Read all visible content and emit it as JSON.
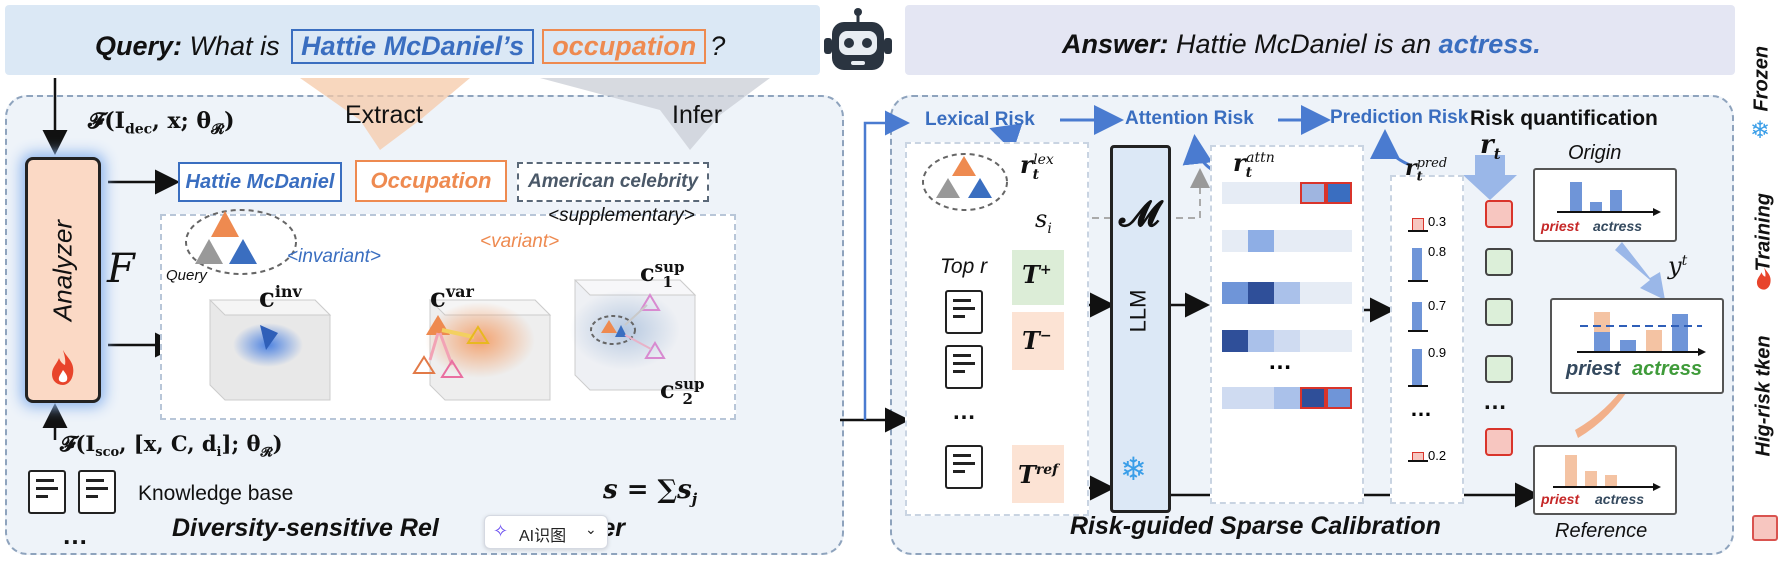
{
  "colors": {
    "blue": "#3a6ec0",
    "orange": "#ee8a50",
    "banner_query": "#dbe8f5",
    "banner_answer": "#e4e6f3",
    "panel_bg": "#eef3f9",
    "risk_red": "#f7c6c0",
    "risk_green": "#dcefd9"
  },
  "query": {
    "prefix": "Query:",
    "text_before": "What is",
    "entity": "Hattie McDaniel’s",
    "attribute": "occupation",
    "text_after": "?"
  },
  "answer": {
    "prefix": "Answer:",
    "text": "Hattie McDaniel is an",
    "highlight": "actress."
  },
  "left": {
    "formula_dec": "𝓕(I",
    "formula_dec_sub": "dec",
    "formula_dec_rest": ", x; θ",
    "formula_dec_r": "𝓡",
    "formula_dec_close": ")",
    "extract": "Extract",
    "infer": "Infer",
    "analyzer": "Analyzer",
    "F": "F",
    "box_entity": "Hattie McDaniel",
    "box_occupation": "Occupation",
    "box_celebrity": "American celebrity",
    "query_label": "Query",
    "invariant": "<invariant>",
    "variant": "<variant>",
    "supplementary": "<supplementary>",
    "c_inv": "c",
    "c_inv_sup": "inv",
    "c_var": "c",
    "c_var_sup": "var",
    "c1": "c",
    "c1_sub": "1",
    "c1_sup": "sup",
    "c2": "c",
    "c2_sub": "2",
    "c2_sup": "sup",
    "formula_sco": "𝓕(I",
    "formula_sco_sub": "sco",
    "formula_sco_rest": ", [x, C, d",
    "formula_sco_i": "i",
    "formula_sco_end": "]; θ",
    "formula_sco_r": "𝓡",
    "formula_sco_close": ")",
    "kb": "Knowledge base",
    "dots": "…",
    "sum": "s = ∑s",
    "sum_sub": "j",
    "title": "Diversity-sensitive Rel",
    "title_tail": "nalyzer",
    "ai_btn": "AI识图"
  },
  "right": {
    "lexical": "Lexical Risk",
    "attention": "Attention Risk",
    "prediction": "Prediction Risk",
    "quant": "Risk quantification",
    "r_lex": "r",
    "r_lex_t": "t",
    "r_lex_sup": "lex",
    "r_attn": "r",
    "r_attn_t": "t",
    "r_attn_sup": "attn",
    "r_pred": "r",
    "r_pred_t": "t",
    "r_pred_sup": "pred",
    "r_t": "r",
    "r_t_sub": "t",
    "s_i": "s",
    "s_i_sub": "i",
    "M": "𝓜",
    "LLM": "LLM",
    "topr": "Top r",
    "Tplus": "T",
    "Tplus_sup": "+",
    "Tminus": "T",
    "Tminus_sup": "−",
    "Tref": "T",
    "Tref_sup": "ref",
    "dots": "…",
    "origin": "Origin",
    "reference": "Reference",
    "priest": "priest",
    "actress": "actress",
    "yt": "y",
    "yt_sup": "t",
    "pred_values": [
      0.3,
      0.8,
      0.7,
      0.9,
      0.2
    ],
    "title": "Risk-guided Sparse Calibration"
  },
  "legend": {
    "frozen": "Frozen",
    "training": "Training",
    "high_risk": "Hig-risk tken"
  }
}
